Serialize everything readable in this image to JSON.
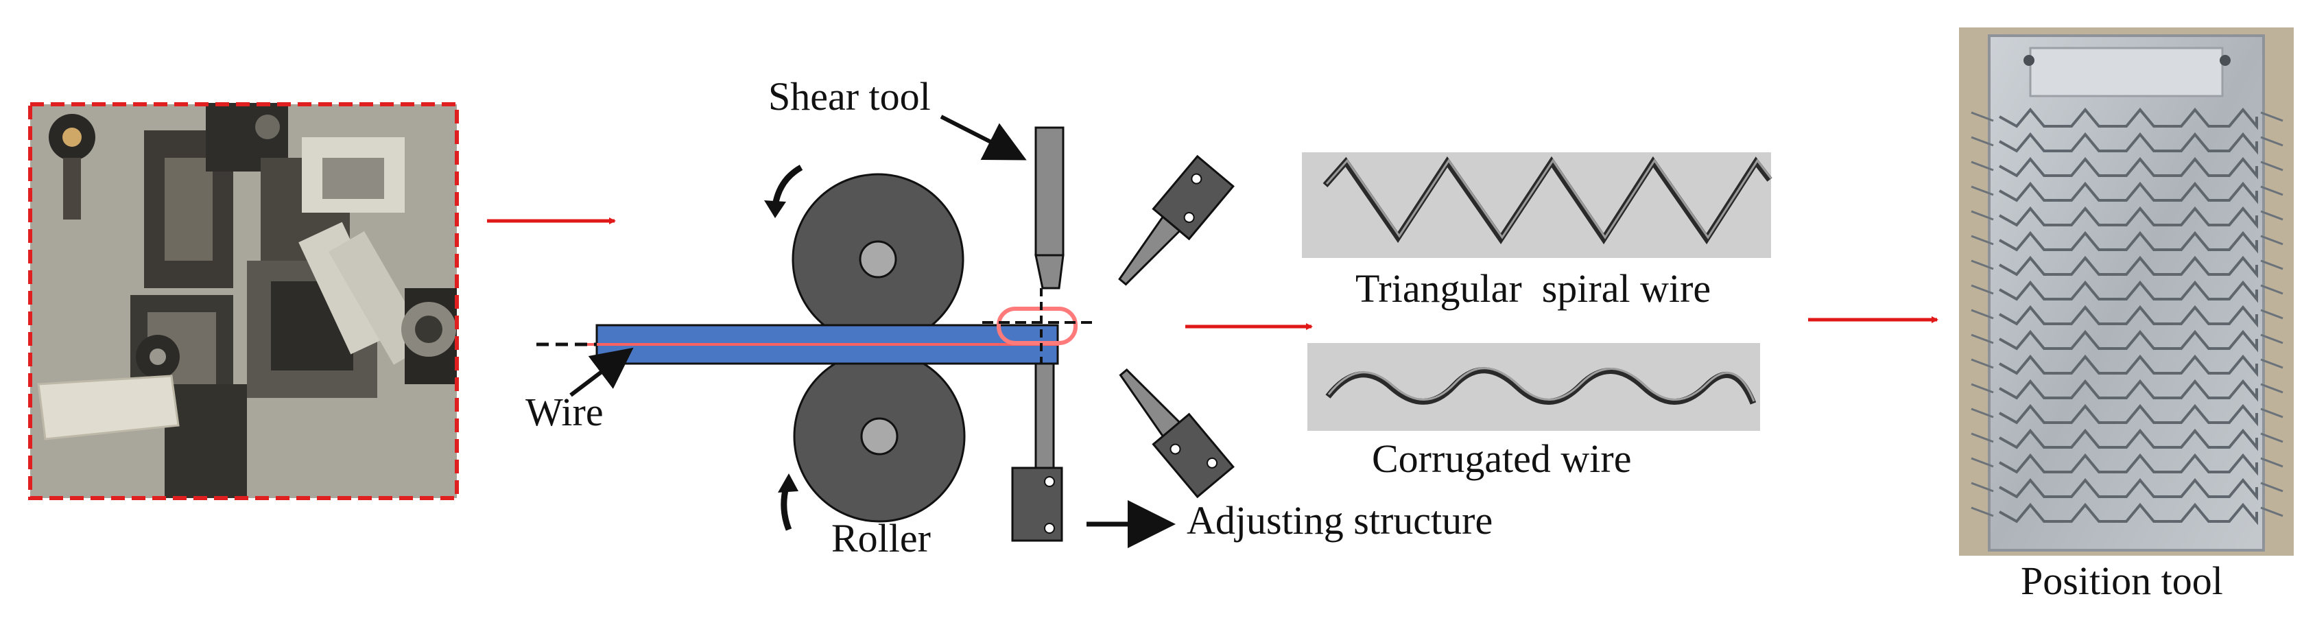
{
  "labels": {
    "shear_tool": "Shear tool",
    "wire": "Wire",
    "roller": "Roller",
    "adjusting_structure": "Adjusting structure",
    "triangular_spiral_wire": "Triangular  spiral wire",
    "corrugated_wire": "Corrugated wire",
    "position_tool": "Position tool"
  },
  "colors": {
    "flow_arrow": "#e01818",
    "photo_frame": "#e02020",
    "roller": "#555555",
    "roller_hub": "#a9a9a9",
    "guide_bar": "#4a77c4",
    "wire_line": "#ff6060",
    "tool": "#8a8a8a",
    "adjuster": "#555555",
    "sample_background": "#cfcfcf",
    "wire_sample": "#3a3a3a",
    "position_tool_metal": "#b8bec4"
  },
  "icons": {
    "machine_photo": "spring-forming-machine-photo",
    "position_tool_photo": "position-tool-fixture-photo",
    "flow_arrow": "red-right-arrow",
    "rotation_arrow": "curved-rotation-arrow"
  }
}
